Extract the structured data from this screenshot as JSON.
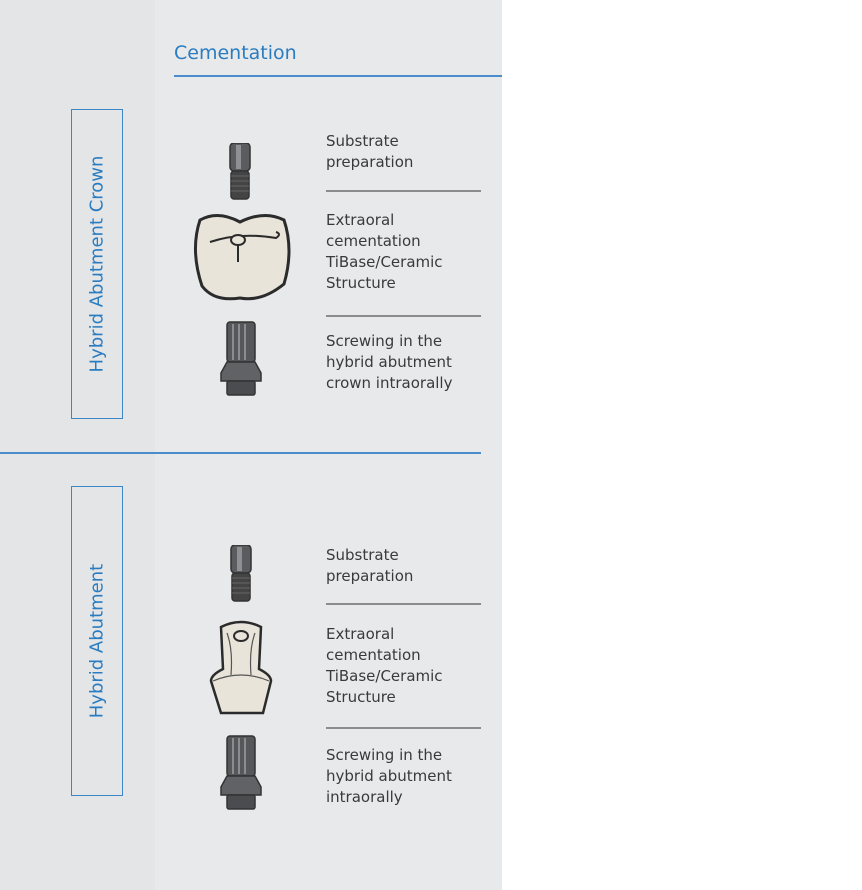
{
  "header": {
    "title": "Cementation"
  },
  "sections": [
    {
      "label": "Hybrid Abutment Crown",
      "steps": [
        {
          "text": "Substrate\npreparation",
          "icon": "screw-icon"
        },
        {
          "text": "Extraoral\ncementation\nTiBase/Ceramic\nStructure",
          "icon": "crown-icon"
        },
        {
          "text": "Screwing in the\nhybrid abutment\ncrown intraorally",
          "icon": "abutment-icon"
        }
      ]
    },
    {
      "label": "Hybrid Abutment",
      "steps": [
        {
          "text": "Substrate\npreparation",
          "icon": "screw-icon"
        },
        {
          "text": "Extraoral\ncementation\nTiBase/Ceramic\nStructure",
          "icon": "hybrid-abutment-icon"
        },
        {
          "text": "Screwing in the\nhybrid abutment\nintraorally",
          "icon": "abutment-icon"
        }
      ]
    }
  ],
  "colors": {
    "accent": "#2a7cc0",
    "background": "#e8e9eb"
  }
}
